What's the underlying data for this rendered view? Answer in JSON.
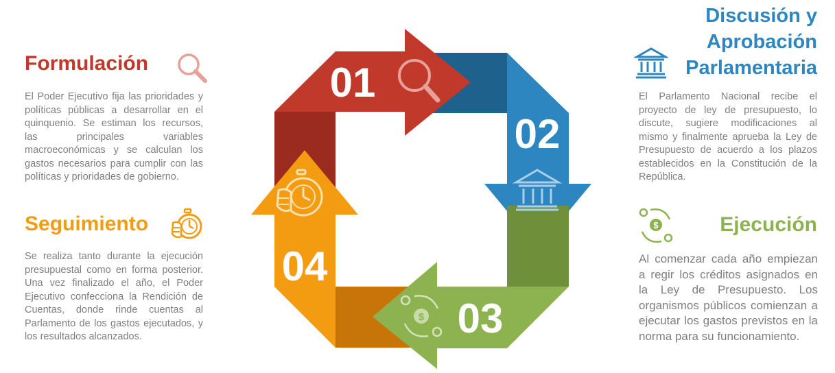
{
  "formulacion": {
    "title": "Formulación",
    "text": "El Poder Ejecutivo fija las prioridades y políticas públicas a desarrollar en el quinquenio. Se estiman los recursos, las principales variables macroeconómicas y se calculan los gastos necesarios para cumplir con las políticas y prioridades de gobierno.",
    "number": "01",
    "color": "#c0392b",
    "icon": "magnifier-icon"
  },
  "discusion": {
    "title_lines": [
      "Discusión y",
      "Aprobación",
      "Parlamentaria"
    ],
    "text": "El Parlamento Nacional recibe el proyecto de ley de presupuesto, lo discute, sugiere modificaciones al mismo y finalmente aprueba la Ley de Presupuesto de acuerdo a los plazos establecidos en la Constitución de la República.",
    "number": "02",
    "color": "#2e86c1",
    "icon": "parliament-building-icon"
  },
  "ejecucion": {
    "title": "Ejecución",
    "text": "Al comenzar cada año empiezan a regir los créditos asignados en la Ley de Presupuesto. Los organismos públicos comienzan a ejecutar los gastos previstos en la norma para su funcionamiento.",
    "number": "03",
    "color": "#8db351",
    "icon": "money-gears-cycle-icon"
  },
  "seguimiento": {
    "title": "Seguimiento",
    "text": "Se realiza tanto durante la ejecución presupuestal como en forma posterior. Una vez finalizado el año, el Poder Ejecutivo confecciona la Rendición de Cuentas, donde rinde cuentas al Parlamento de los gastos ejecutados, y los resultados alcanzados.",
    "number": "04",
    "color": "#f39c12",
    "icon": "stopwatch-hand-icon"
  }
}
